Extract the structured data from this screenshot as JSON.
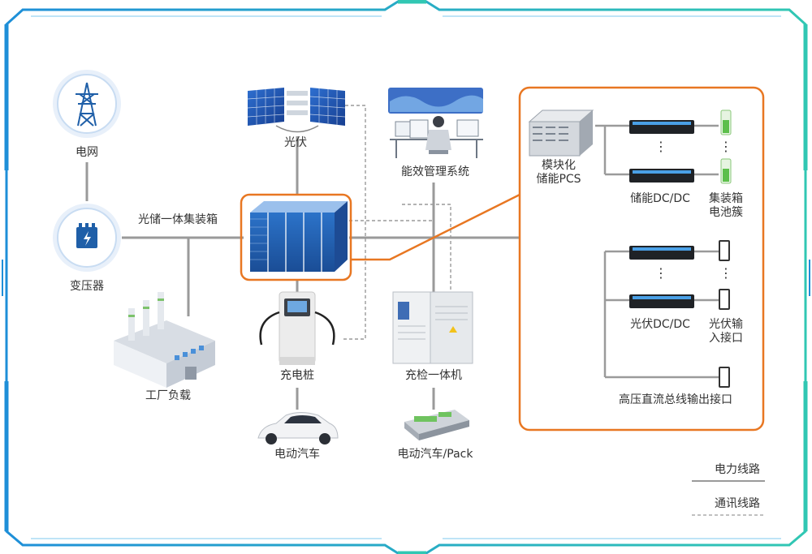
{
  "nodes": {
    "grid": "电网",
    "transformer": "变压器",
    "pv": "光伏",
    "ems": "能效管理系统",
    "container": "光储一体集装箱",
    "factory": "工厂负载",
    "charger": "充电桩",
    "tester": "充检一体机",
    "ev1": "电动汽车",
    "ev2": "电动汽车/Pack"
  },
  "detail": {
    "pcs_line1": "模块化",
    "pcs_line2": "储能PCS",
    "storage_dcdc": "储能DC/DC",
    "battery_line1": "集装箱",
    "battery_line2": "电池簇",
    "pv_dcdc": "光伏DC/DC",
    "pv_input_line1": "光伏输",
    "pv_input_line2": "入接口",
    "hv_bus": "高压直流总线输出接口",
    "dots": "⋮"
  },
  "legend": {
    "power": "电力线路",
    "comm": "通讯线路"
  },
  "colors": {
    "frame": "#1e8fd8",
    "frame_teal": "#2ec4b6",
    "accent": "#e87722",
    "line": "#9a9a9a",
    "icon_blue": "#1f5fa8"
  }
}
